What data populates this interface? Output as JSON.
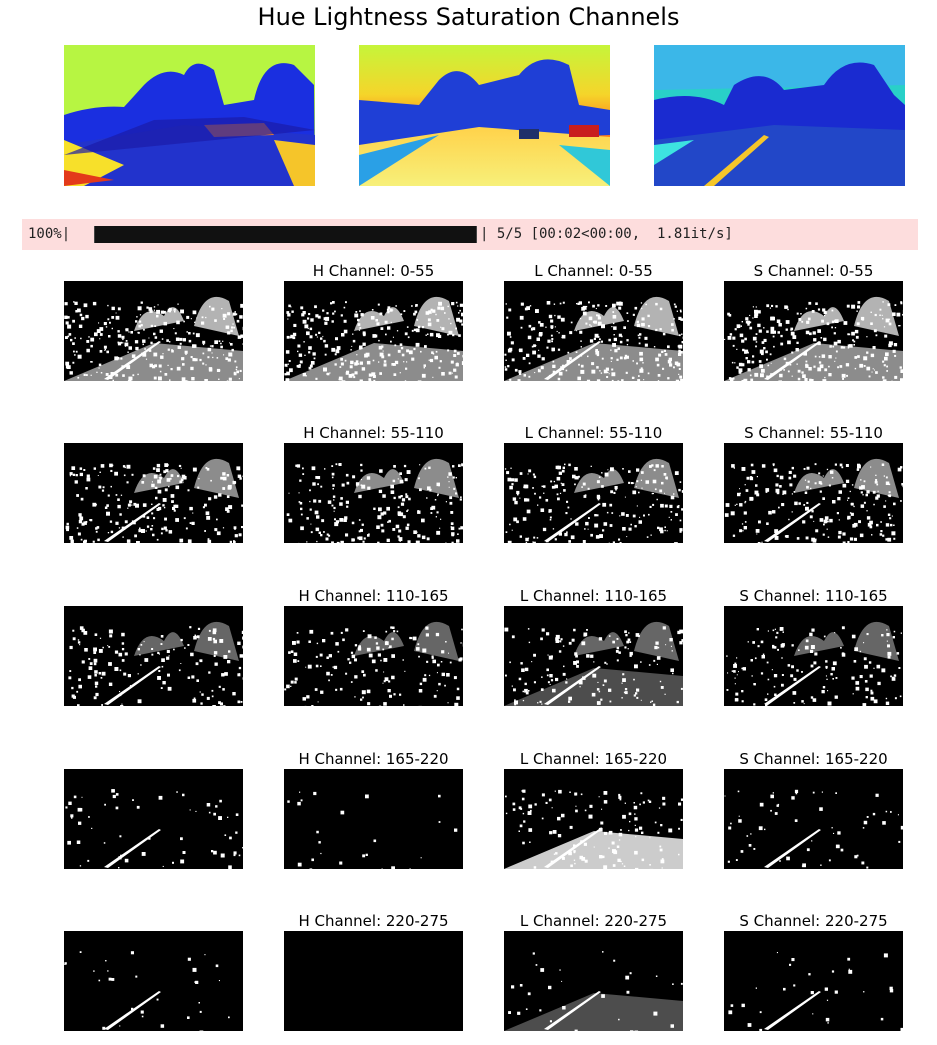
{
  "figure": {
    "title": "Hue Lightness Saturation Channels"
  },
  "progress": {
    "percent_text": "100%|",
    "stats_text": "| 5/5 [00:02<00:00,  1.81it/s]",
    "fraction": 1.0
  },
  "rows": [
    {
      "h_label": "H Channel: 0-55",
      "l_label": "L Channel: 0-55",
      "s_label": "S Channel: 0-55"
    },
    {
      "h_label": "H Channel: 55-110",
      "l_label": "L Channel: 55-110",
      "s_label": "S Channel: 55-110"
    },
    {
      "h_label": "H Channel: 110-165",
      "l_label": "L Channel: 110-165",
      "s_label": "S Channel: 110-165"
    },
    {
      "h_label": "H Channel: 165-220",
      "l_label": "L Channel: 165-220",
      "s_label": "S Channel: 165-220"
    },
    {
      "h_label": "H Channel: 220-275",
      "l_label": "L Channel: 220-275",
      "s_label": "S Channel: 220-275"
    }
  ],
  "colors": {
    "progress_background": "#fddddd",
    "progress_bar": "#111111",
    "threshold_foreground": "#ffffff",
    "threshold_background": "#000000"
  }
}
